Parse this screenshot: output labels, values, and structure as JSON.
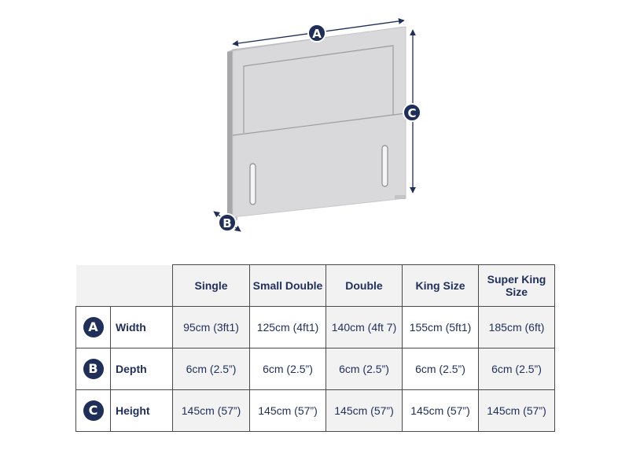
{
  "diagram": {
    "subject": "headboard",
    "labels": {
      "width_marker": "A",
      "depth_marker": "B",
      "height_marker": "C"
    },
    "colors": {
      "marker": "#1f2f5a",
      "board_face": "#d9d9db",
      "board_edge": "#a7a7a9",
      "outline": "#9c9c9e"
    }
  },
  "table": {
    "columns": [
      "Single",
      "Small Double",
      "Double",
      "King Size",
      "Super King Size"
    ],
    "column_lines": [
      [
        "Single"
      ],
      [
        "Small Double"
      ],
      [
        "Double"
      ],
      [
        "King Size"
      ],
      [
        "Super King",
        "Size"
      ]
    ],
    "rows": [
      {
        "marker": "A",
        "label": "Width",
        "values": [
          "95cm (3ft1)",
          "125cm (4ft1)",
          "140cm (4ft 7)",
          "155cm (5ft1)",
          "185cm (6ft)"
        ]
      },
      {
        "marker": "B",
        "label": "Depth",
        "values": [
          "6cm (2.5”)",
          "6cm (2.5”)",
          "6cm (2.5”)",
          "6cm (2.5”)",
          "6cm (2.5”)"
        ]
      },
      {
        "marker": "C",
        "label": "Height",
        "values": [
          "145cm (57”)",
          "145cm (57”)",
          "145cm (57”)",
          "145cm (57”)",
          "145cm (57”)"
        ]
      }
    ]
  }
}
